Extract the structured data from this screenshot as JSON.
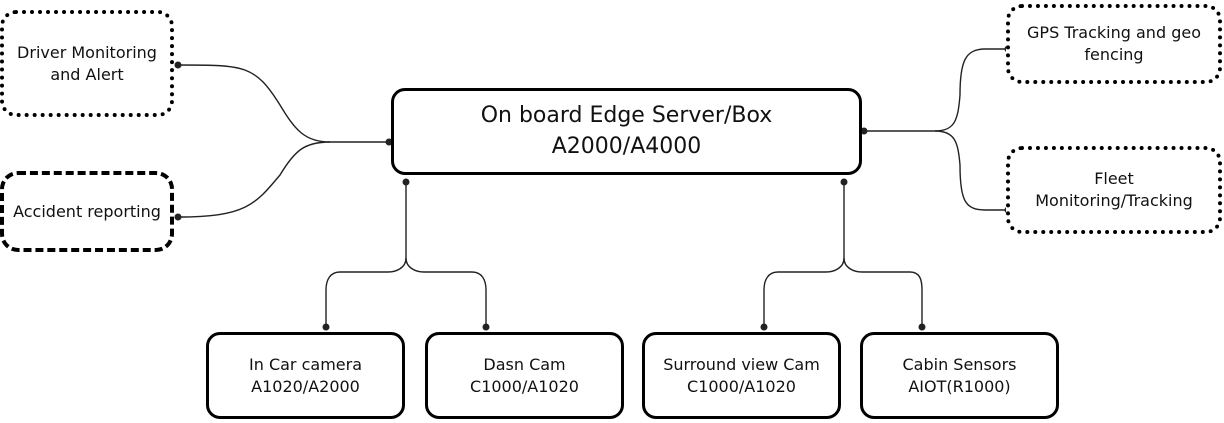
{
  "diagram": {
    "center": {
      "line1": "On board Edge Server/Box",
      "line2": "A2000/A4000"
    },
    "left_nodes": [
      {
        "line1": "Driver Monitoring",
        "line2": "and Alert"
      },
      {
        "line1": "Accident reporting"
      }
    ],
    "right_nodes": [
      {
        "line1": "GPS Tracking and geo",
        "line2": "fencing"
      },
      {
        "line1": "Fleet",
        "line2": "Monitoring/Tracking"
      }
    ],
    "bottom_nodes": [
      {
        "line1": "In Car camera",
        "line2": "A1020/A2000"
      },
      {
        "line1": "Dasn Cam",
        "line2": "C1000/A1020"
      },
      {
        "line1": "Surround view Cam",
        "line2": "C1000/A1020"
      },
      {
        "line1": "Cabin Sensors",
        "line2": "AIOT(R1000)"
      }
    ]
  }
}
